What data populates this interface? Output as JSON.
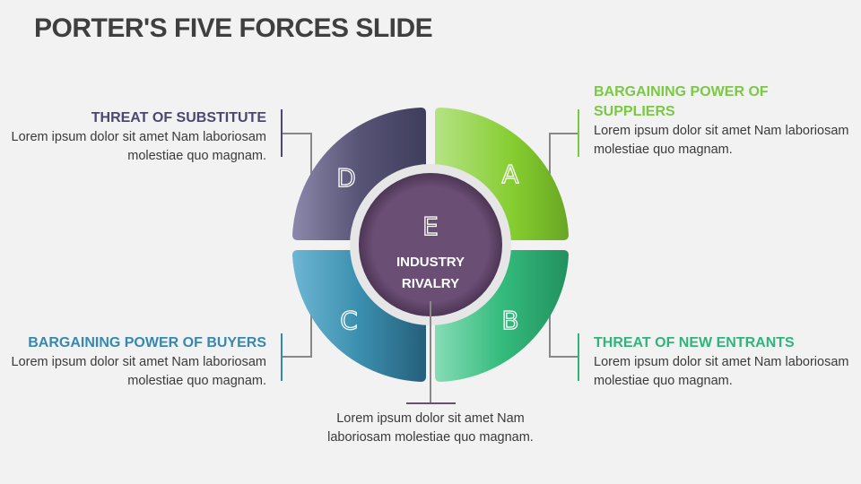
{
  "title": "PORTER'S FIVE FORCES SLIDE",
  "forces": {
    "a": {
      "letter": "A",
      "heading": "BARGAINING POWER OF SUPPLIERS",
      "body": "Lorem ipsum dolor sit amet Nam laboriosam molestiae quo magnam.",
      "color": "#7ac943"
    },
    "b": {
      "letter": "B",
      "heading": "THREAT OF NEW ENTRANTS",
      "body": "Lorem ipsum dolor sit amet Nam laboriosam molestiae quo magnam.",
      "color": "#2fb57c"
    },
    "c": {
      "letter": "C",
      "heading": "BARGAINING POWER OF BUYERS",
      "body": "Lorem ipsum dolor sit amet Nam laboriosam molestiae quo magnam.",
      "color": "#3589b0"
    },
    "d": {
      "letter": "D",
      "heading": "THREAT OF SUBSTITUTE",
      "body": "Lorem ipsum dolor sit amet Nam laboriosam molestiae quo magnam.",
      "color": "#4a4870"
    },
    "e": {
      "letter": "E",
      "heading_line1": "INDUSTRY",
      "heading_line2": "RIVALRY",
      "body": "Lorem ipsum dolor sit amet Nam laboriosam molestiae quo magnam.",
      "color": "#6b4e74"
    }
  }
}
